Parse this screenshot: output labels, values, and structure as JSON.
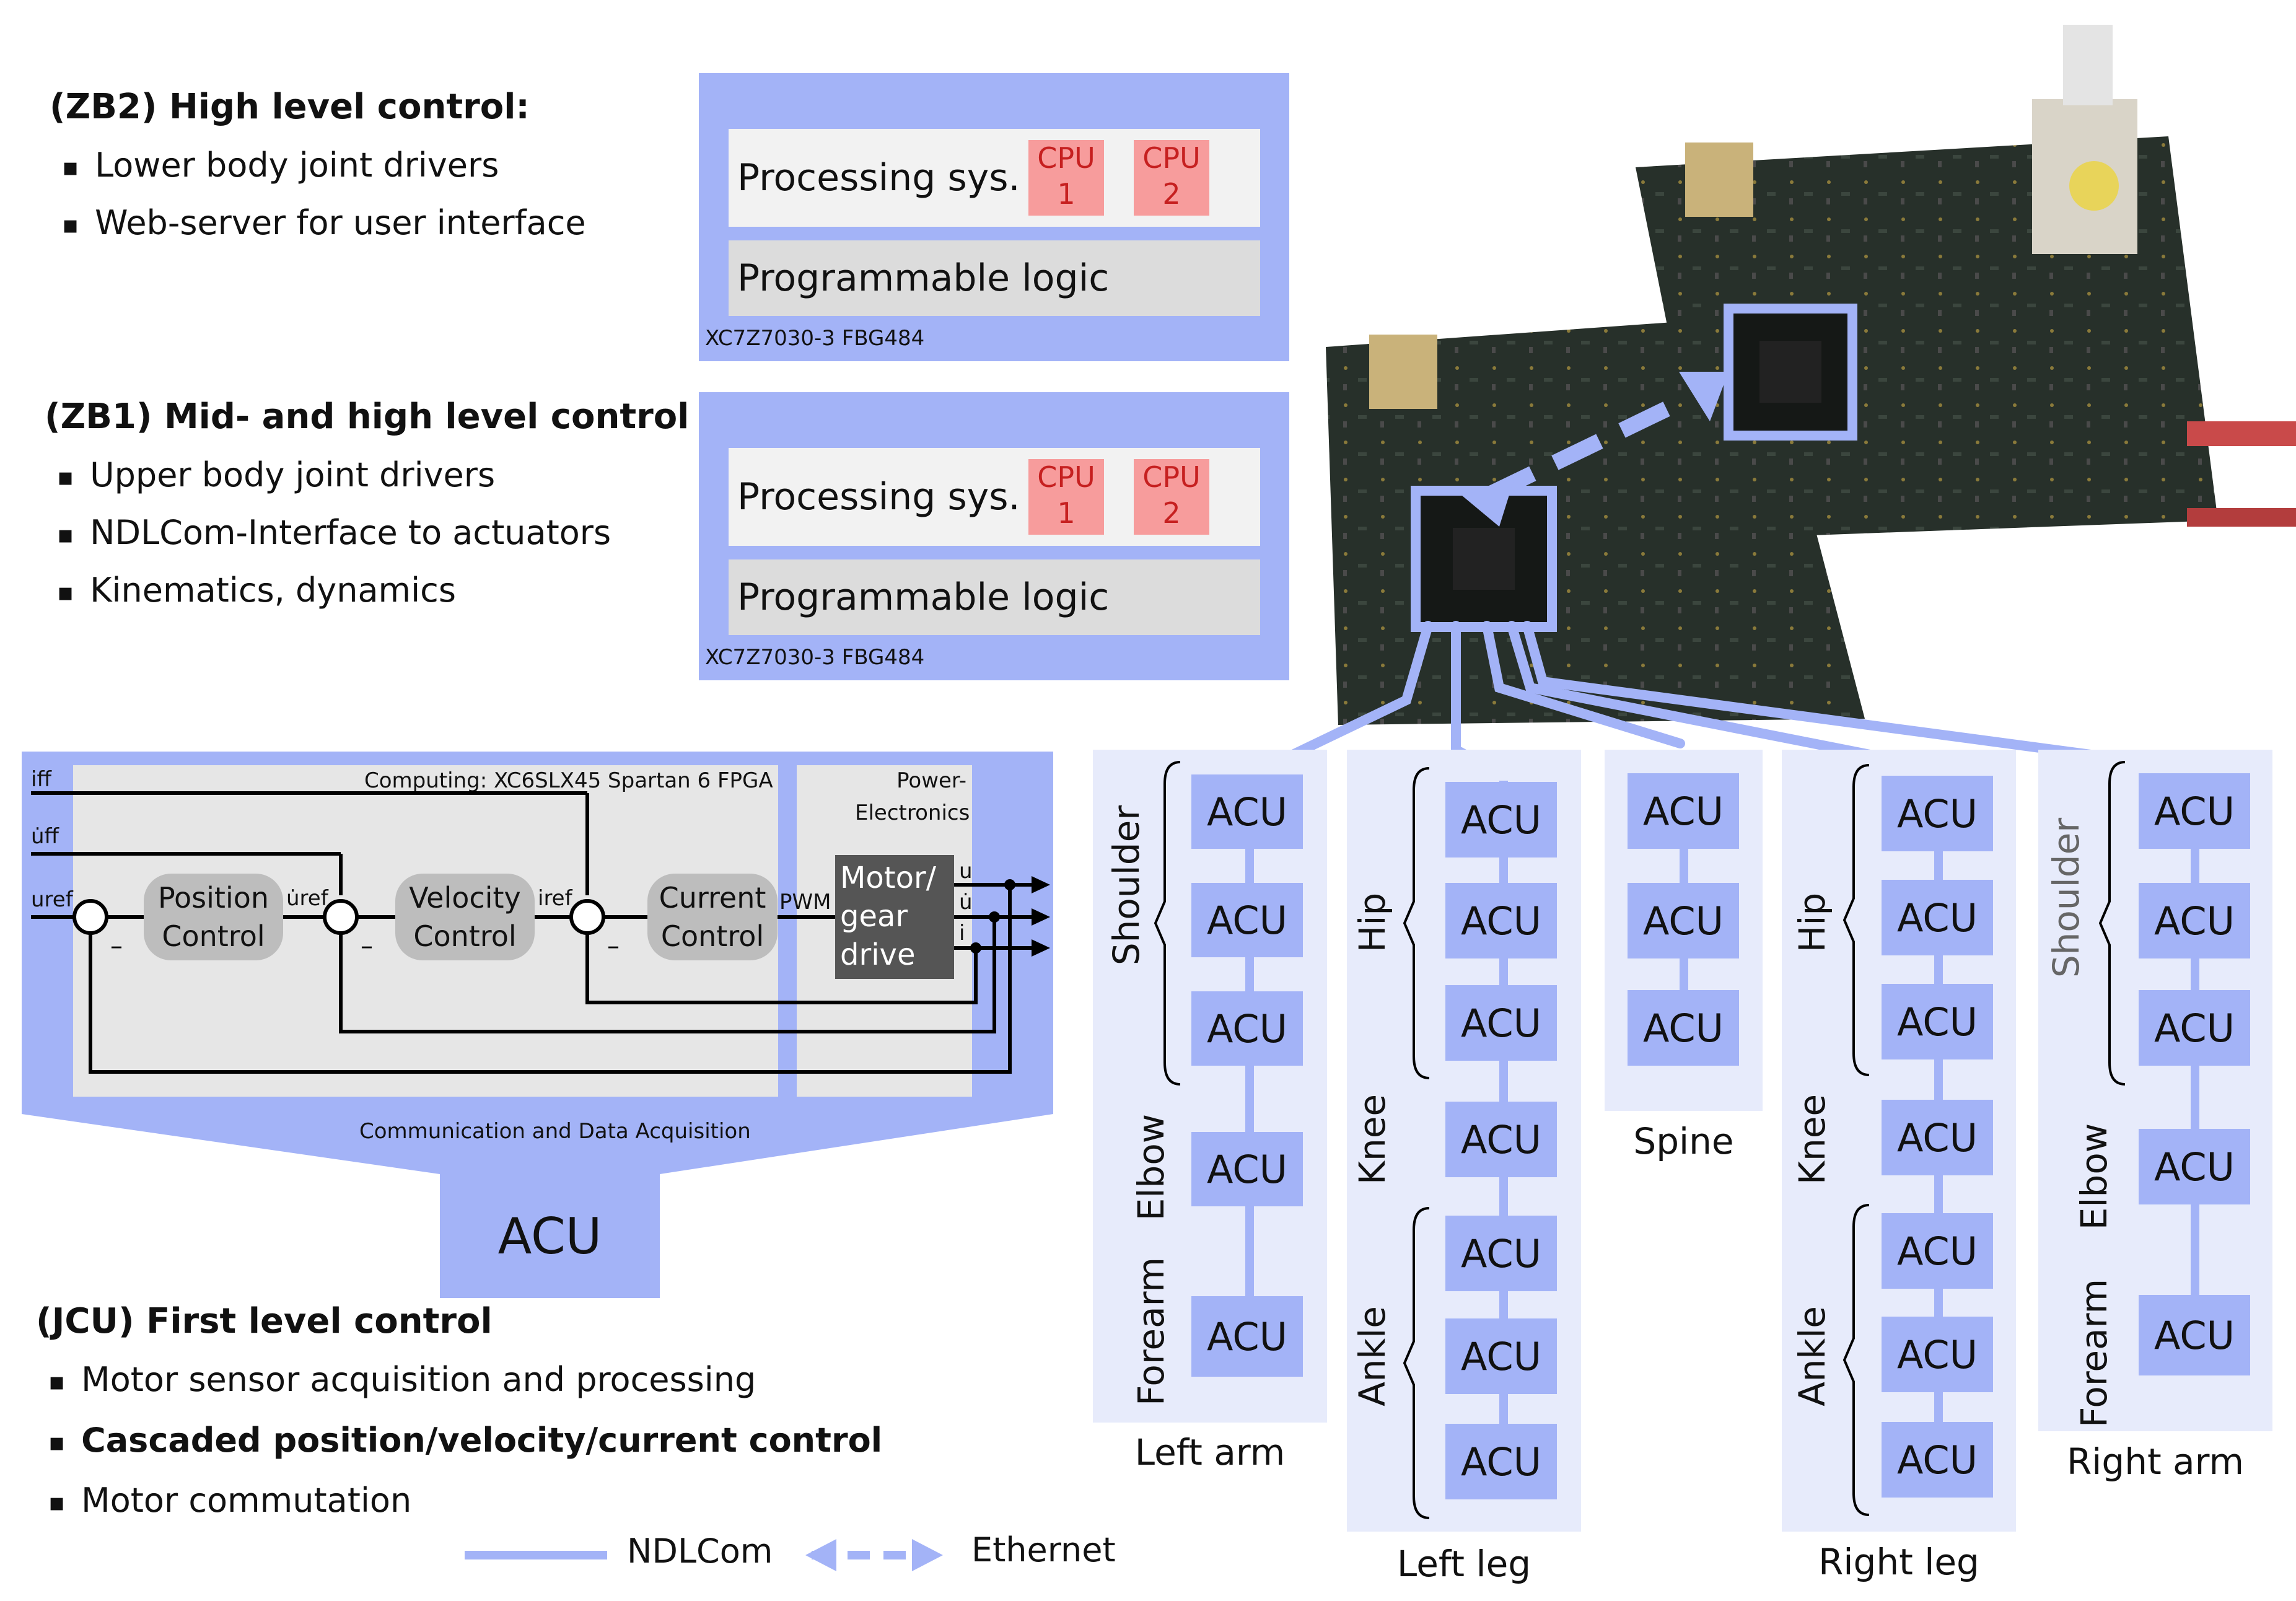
{
  "zb2": {
    "heading": "(ZB2) High level control:",
    "bullets": [
      "Lower body joint drivers",
      "Web-server for user interface"
    ],
    "processing_label": "Processing sys.",
    "cpu1": [
      "CPU",
      "1"
    ],
    "cpu2": [
      "CPU",
      "2"
    ],
    "logic_label": "Programmable logic",
    "part": "XC7Z7030-3 FBG484"
  },
  "zb1": {
    "heading": "(ZB1) Mid- and high level control",
    "bullets": [
      "Upper body joint drivers",
      "NDLCom-Interface to actuators",
      "Kinematics, dynamics"
    ],
    "processing_label": "Processing sys.",
    "cpu1": [
      "CPU",
      "1"
    ],
    "cpu2": [
      "CPU",
      "2"
    ],
    "logic_label": "Programmable logic",
    "part": "XC7Z7030-3 FBG484"
  },
  "control": {
    "computing_label": "Computing: XC6SLX45 Spartan 6 FPGA",
    "power_label": [
      "Power-",
      "Electronics"
    ],
    "blocks": {
      "position": [
        "Position",
        "Control"
      ],
      "velocity": [
        "Velocity",
        "Control"
      ],
      "current": [
        "Current",
        "Control"
      ],
      "motor": [
        "Motor/",
        "gear",
        "drive"
      ]
    },
    "signals": {
      "i_ff": "iff",
      "u_dot_ff": "u̇ff",
      "u_ref": "uref",
      "u_dot_ref": "u̇ref",
      "i_ref": "iref",
      "pwm": "PWM",
      "out_u": "u",
      "out_u_dot": "u̇",
      "out_i": "i"
    },
    "comm_label": "Communication and Data Acquisition",
    "acu_label": "ACU"
  },
  "jcu": {
    "heading": "(JCU) First level control",
    "bullets": [
      {
        "text": "Motor sensor acquisition and processing",
        "bold": false
      },
      {
        "text": "Cascaded position/velocity/current control",
        "bold": true
      },
      {
        "text": "Motor commutation",
        "bold": false
      }
    ]
  },
  "legend": {
    "ndlcom": "NDLCom",
    "ethernet": "Ethernet"
  },
  "chains": {
    "acu_label": "ACU",
    "left_arm": {
      "name": "Left arm",
      "joints": [
        "Shoulder",
        "Elbow",
        "Forearm"
      ],
      "acu_count": 5
    },
    "left_leg": {
      "name": "Left leg",
      "joints": [
        "Hip",
        "Knee",
        "Ankle"
      ],
      "acu_count": 7
    },
    "spine": {
      "name": "Spine",
      "acu_count": 3
    },
    "right_leg": {
      "name": "Right leg",
      "joints": [
        "Hip",
        "Knee",
        "Ankle"
      ],
      "acu_count": 7
    },
    "right_arm": {
      "name": "Right arm",
      "joints": [
        "Shoulder",
        "Elbow",
        "Forearm"
      ],
      "acu_count": 5
    }
  },
  "colors": {
    "accent": "#a3b3f7",
    "cpu": "#f79c9c",
    "cpu_text": "#c62020",
    "chain_bg": "#e7ebfb",
    "block": "#bdbdbd",
    "motor": "#555555"
  }
}
